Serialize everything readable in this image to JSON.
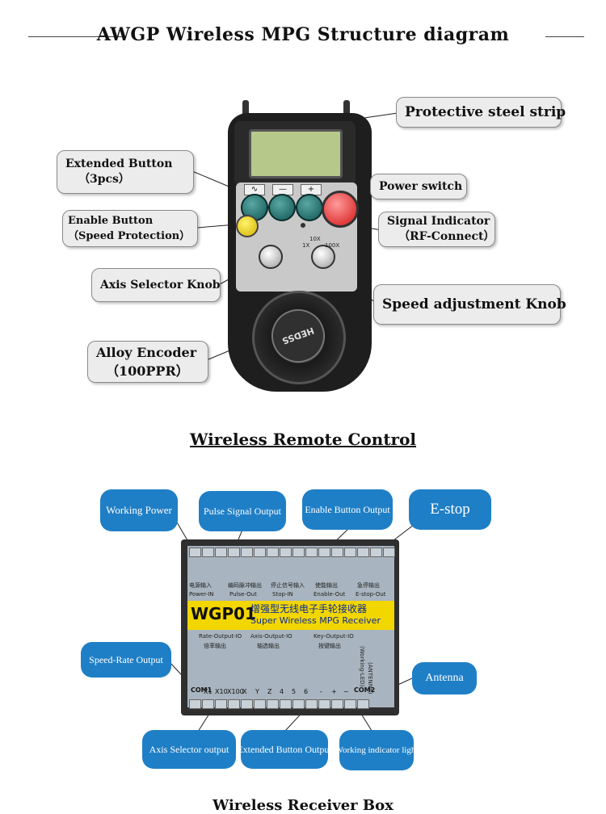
{
  "title": "AWGP Wireless MPG Structure diagram",
  "remote": {
    "caption": "Wireless Remote Control",
    "callouts": {
      "steel_strip": "Protective steel strip",
      "extended_button_line1": "Extended Button",
      "extended_button_line2": "（3pcs）",
      "power_switch": "Power switch",
      "enable_button_line1": "Enable Button",
      "enable_button_line2": "（Speed Protection）",
      "signal_indicator_line1": "Signal Indicator",
      "signal_indicator_line2": "（RF-Connect）",
      "axis_selector_knob": "Axis Selector Knob",
      "speed_knob": "Speed adjustment Knob",
      "encoder_line1": "Alloy Encoder",
      "encoder_line2": "（100PPR）"
    },
    "device": {
      "btn1_symbol": "∿",
      "btn2_symbol": "—",
      "btn3_symbol": "+",
      "speed_10x": "10X",
      "speed_1x": "1X",
      "speed_100x": "100X",
      "encoder_brand": "HEDSS"
    }
  },
  "receiver": {
    "caption": "Wireless Receiver Box",
    "model": "WGP01",
    "name_cn": "增强型无线电子手轮接收器",
    "name_en": "Super Wireless MPG Receiver",
    "labels": {
      "working_power": "Working Power",
      "pulse_signal_output": "Pulse Signal Output",
      "enable_button_output": "Enable Button Output",
      "estop": "E-stop",
      "speed_rate_output": "Speed-Rate Output",
      "antenna": "Antenna",
      "axis_selector_output": "Axis Selector output",
      "extended_button_output": "Extended Button Output",
      "working_indicator_light": "Working indicator light"
    },
    "top_sections": [
      "Power-IN",
      "Pulse-Out",
      "Stop-IN",
      "Enable-Out",
      "E-stop-Out"
    ],
    "top_sections_cn": [
      "电源输入",
      "编码脉冲输出",
      "停止信号输入",
      "使能输出",
      "急停输出"
    ],
    "bottom_sections": [
      "Rate-Output-IO",
      "Axis-Output-IO",
      "Key-Output-IO"
    ],
    "bottom_sections_cn": [
      "倍率输出",
      "轴选输出",
      "按键输出"
    ],
    "bottom_pins": [
      "COM1",
      "X1",
      "X10",
      "X100",
      "X",
      "Y",
      "Z",
      "4",
      "5",
      "6",
      "-",
      "+",
      "~",
      "COM2"
    ],
    "antenna_text": "(ANTENNA)",
    "working_led_text": "(Working-LED)"
  }
}
